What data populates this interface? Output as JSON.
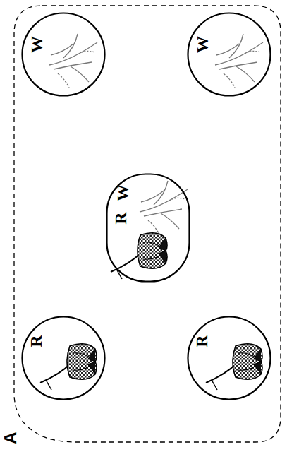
{
  "diagram": {
    "nodes": [
      {
        "text": [
          "W"
        ]
      },
      {
        "text": [
          "W"
        ]
      },
      {
        "text": [
          "R",
          "W"
        ]
      },
      {
        "text": [
          "R"
        ]
      },
      {
        "text": [
          "R"
        ]
      }
    ],
    "labels": [
      "A"
    ]
  }
}
